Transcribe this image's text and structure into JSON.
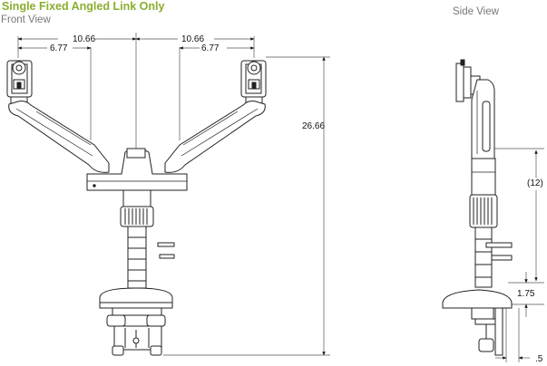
{
  "title": "Single Fixed Angled Link Only",
  "front_view_label": "Front View",
  "side_view_label": "Side View",
  "colors": {
    "title": "#8aae2e",
    "line": "#222222",
    "label": "#777777"
  },
  "dimensions": {
    "outer_width": "10.66",
    "inner_width": "6.77",
    "total_height": "26.66",
    "side_height": "(12)",
    "clamp_height": "1.75",
    "clamp_offset": ".5"
  }
}
